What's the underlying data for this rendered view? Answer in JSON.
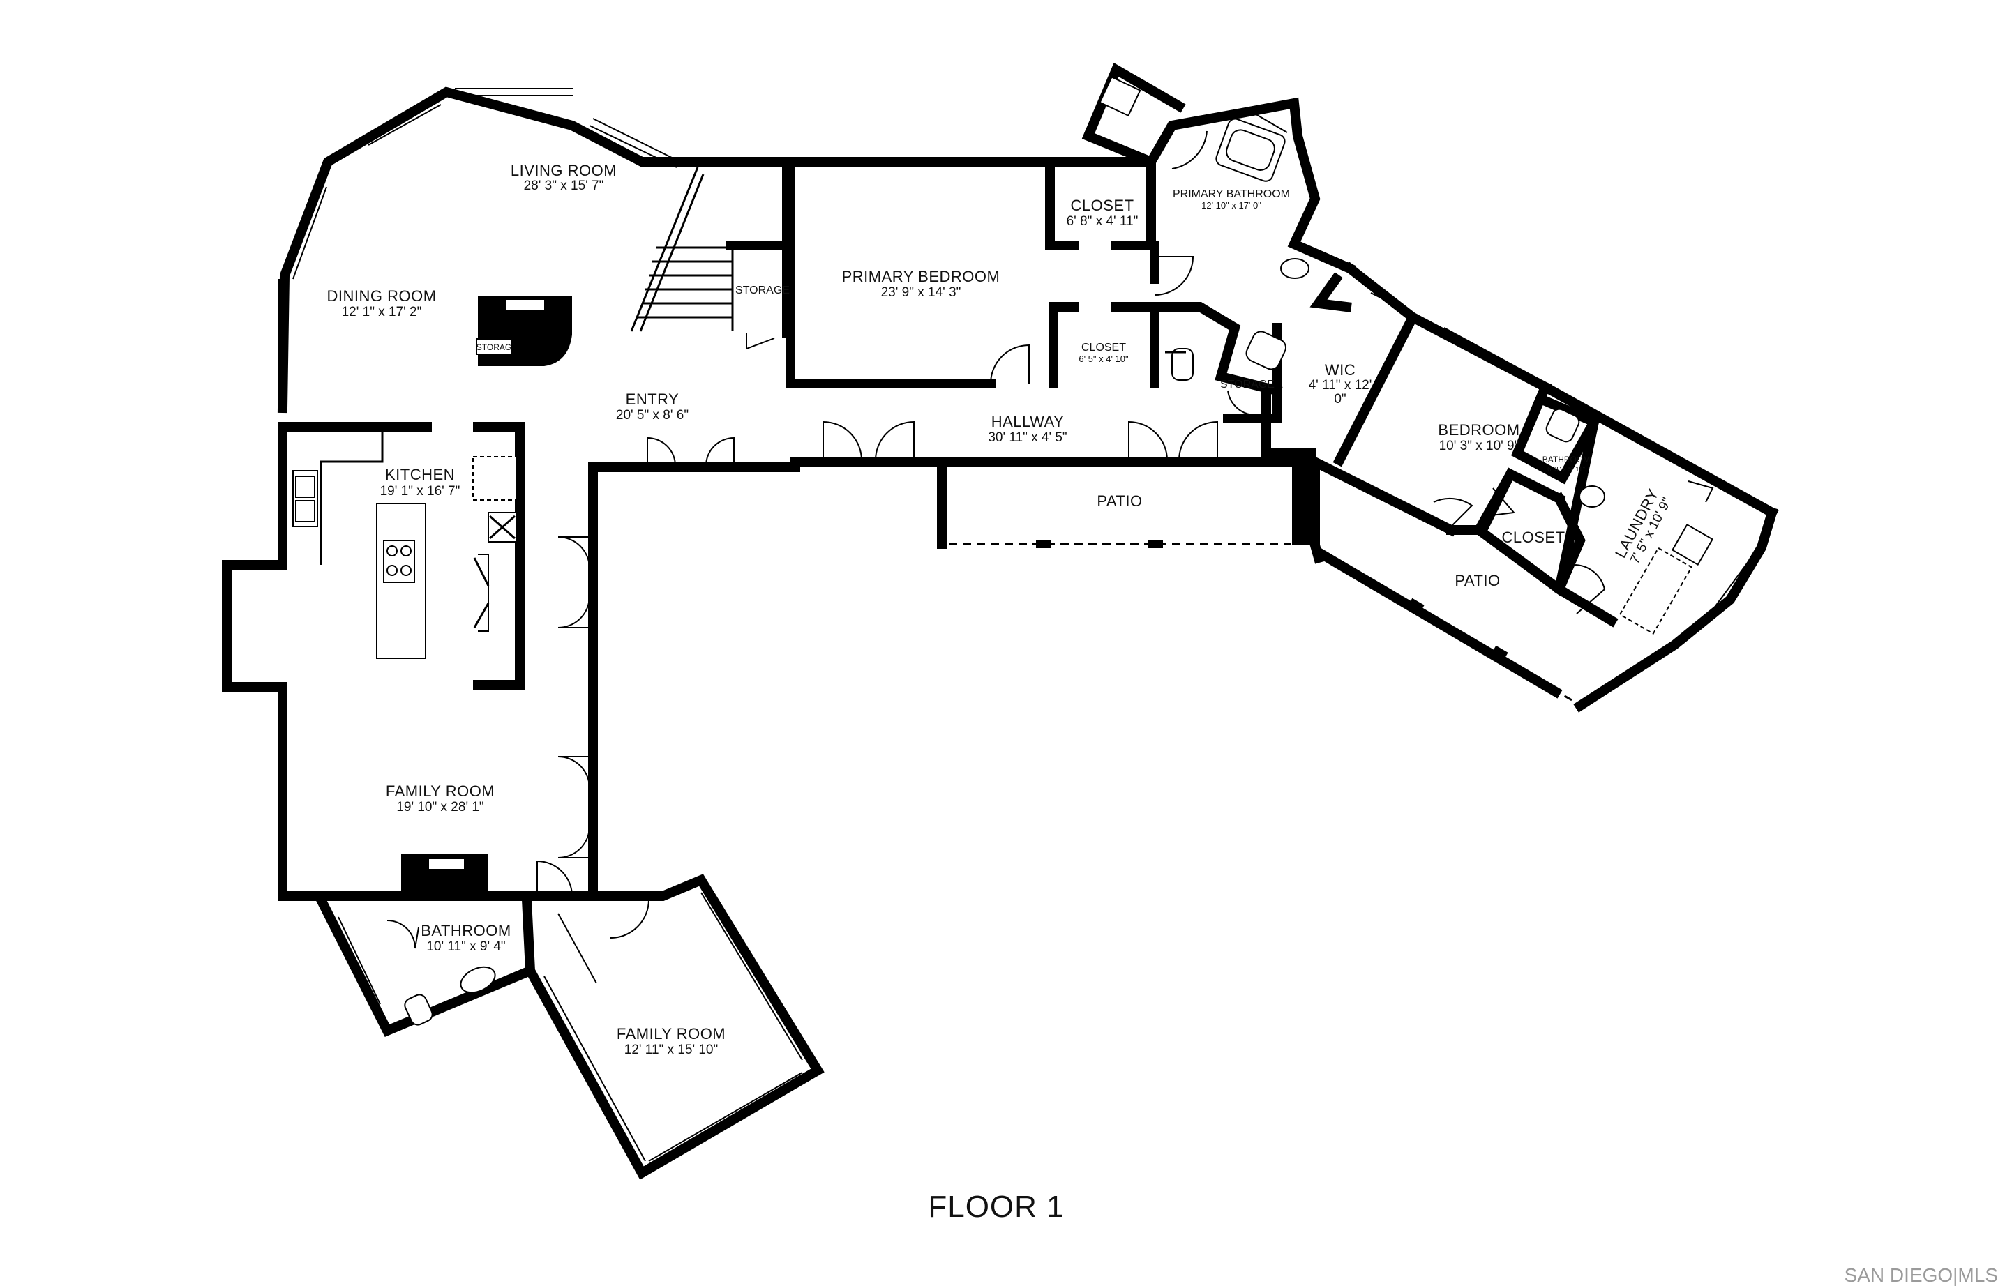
{
  "floor_label": "FLOOR 1",
  "watermark": "SAN DIEGO|MLS",
  "rooms": {
    "living_room": {
      "name": "LIVING ROOM",
      "dims": "28' 3\" x 15' 7\""
    },
    "dining_room": {
      "name": "DINING ROOM",
      "dims": "12' 1\" x 17' 2\""
    },
    "storage_fireplace": {
      "name": "STORAG"
    },
    "storage_stairs": {
      "name": "STORAGE"
    },
    "primary_bedroom": {
      "name": "PRIMARY BEDROOM",
      "dims": "23' 9\" x 14' 3\""
    },
    "closet_primary_upper": {
      "name": "CLOSET",
      "dims": "6' 8\" x 4' 11\""
    },
    "closet_primary_lower": {
      "name": "CLOSET",
      "dims": "6' 5\" x 4' 10\""
    },
    "primary_bathroom": {
      "name": "PRIMARY BATHROOM",
      "dims": "12' 10\" x 17' 0\""
    },
    "storage_primary": {
      "name": "STORAGE"
    },
    "wic": {
      "name": "WIC",
      "dims_line1": "4' 11\" x 12'",
      "dims_line2": "0\""
    },
    "entry": {
      "name": "ENTRY",
      "dims": "20' 5\" x 8' 6\""
    },
    "hallway": {
      "name": "HALLWAY",
      "dims": "30' 11\" x 4' 5\""
    },
    "kitchen": {
      "name": "KITCHEN",
      "dims": "19' 1\" x 16' 7\""
    },
    "patio_center": {
      "name": "PATIO"
    },
    "bedroom": {
      "name": "BEDROOM",
      "dims": "10' 3\" x 10' 9\""
    },
    "bathroom_small": {
      "name": "BATHROOM",
      "dims": "6' 3\" x 5' 11\""
    },
    "closet_bedroom": {
      "name": "CLOSET"
    },
    "laundry": {
      "name": "LAUNDRY",
      "dims": "7' 5\" x 10' 9\""
    },
    "patio_east": {
      "name": "PATIO"
    },
    "family_room_main": {
      "name": "FAMILY ROOM",
      "dims": "19' 10\" x 28' 1\""
    },
    "bathroom_main": {
      "name": "BATHROOM",
      "dims": "10' 11\" x 9' 4\""
    },
    "family_room_south": {
      "name": "FAMILY ROOM",
      "dims": "12' 11\" x 15' 10\""
    }
  },
  "icons": [
    "cooktop-icon",
    "sink-icon",
    "toilet-icon",
    "bathtub-icon",
    "fireplace-icon",
    "washer-icon",
    "stairs-icon",
    "door-icon"
  ]
}
